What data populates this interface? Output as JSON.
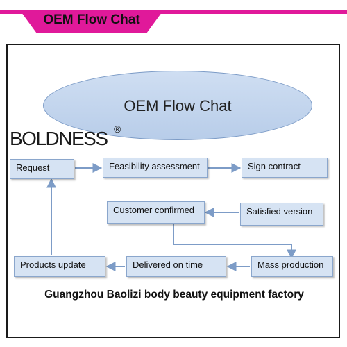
{
  "banner": {
    "title": "OEM Flow Chat"
  },
  "diagram": {
    "title": "OEM Flow Chat",
    "brand": "BOLDNESS",
    "brand_mark": "®",
    "nodes": {
      "request": "Request",
      "feasibility": "Feasibility assessment",
      "sign_contract": "Sign contract",
      "customer_confirmed": "Customer confirmed",
      "satisfied_version": "Satisfied version",
      "mass_production": "Mass production",
      "delivered_on_time": "Delivered on time",
      "products_update": "Products update"
    }
  },
  "footer": {
    "company": "Guangzhou Baolizi body beauty equipment factory"
  },
  "colors": {
    "accent": "#e0199a",
    "box_fill": "#d6e3f3",
    "box_border": "#8aa6cc",
    "arrow": "#7d9cc7"
  }
}
